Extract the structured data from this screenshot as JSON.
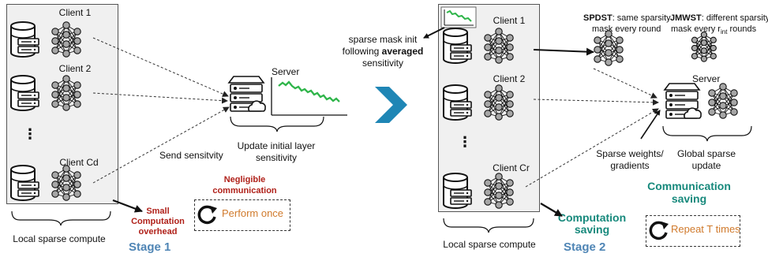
{
  "stage1": {
    "clients": [
      "Client 1",
      "Client 2",
      "Client Cd"
    ],
    "ellipsis": "⋮",
    "local_label": "Local sparse compute",
    "server_label": "Server",
    "update_label_1": "Update initial layer",
    "update_label_2": "sensitivity",
    "send_label": "Send sensitvity",
    "negligible_1": "Negligible",
    "negligible_2": "communication",
    "small_1": "Small",
    "small_2": "Computation",
    "small_3": "overhead",
    "perform_label": "Perform once",
    "stage_label": "Stage 1"
  },
  "stage2": {
    "clients": [
      "Client 1",
      "Client 2",
      "Client Cr"
    ],
    "ellipsis": "⋮",
    "local_label": "Local sparse compute",
    "mask_note_1": "sparse mask init",
    "mask_note_2_pre": "following ",
    "mask_note_2_bold": "averaged",
    "mask_note_3": "sensitivity",
    "spdst_bold": "SPDST",
    "spdst_rest": ": same sparsity",
    "spdst_line2": "mask every round",
    "jmwst_bold": "JMWST",
    "jmwst_rest": ": different sparsity",
    "jmwst_line2_pre": "mask every r",
    "jmwst_line2_sub": "int",
    "jmwst_line2_post": " rounds",
    "server_label": "Server",
    "sparse_weights_1": "Sparse weights/",
    "sparse_weights_2": "gradients",
    "global_1": "Global sparse",
    "global_2": "update",
    "comm_saving_1": "Communication",
    "comm_saving_2": "saving",
    "comp_saving_1": "Computation",
    "comp_saving_2": "saving",
    "repeat_label": "Repeat T times",
    "stage_label": "Stage 2"
  },
  "colors": {
    "dark_red": "#b0211a",
    "teal": "#17897c",
    "orange": "#d07a2c",
    "stage_blue": "#4f85b5",
    "big_arrow": "#1f86b5",
    "curve_green": "#2fb54a"
  }
}
